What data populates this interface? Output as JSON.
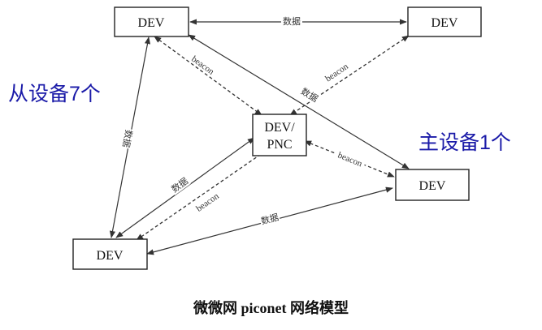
{
  "colors": {
    "annotation": "#1a1aa8",
    "line": "#333333",
    "box_border": "#222222"
  },
  "nodes": {
    "dev_top_left": "DEV",
    "dev_top_right": "DEV",
    "pnc_line1": "DEV/",
    "pnc_line2": "PNC",
    "dev_right": "DEV",
    "dev_bottom_left": "DEV"
  },
  "edge_labels": {
    "top_data": "数据",
    "top_left_beacon": "beacon",
    "top_right_beacon": "beacon",
    "diagonal_data": "数据",
    "left_vertical_data": "数据",
    "right_beacon": "beacon",
    "bottom_left_data": "数据",
    "bottom_left_beacon": "beacon",
    "bottom_data": "数据"
  },
  "annotations": {
    "slave": "从设备7个",
    "master": "主设备1个"
  },
  "caption": "微微网 piconet 网络模型"
}
